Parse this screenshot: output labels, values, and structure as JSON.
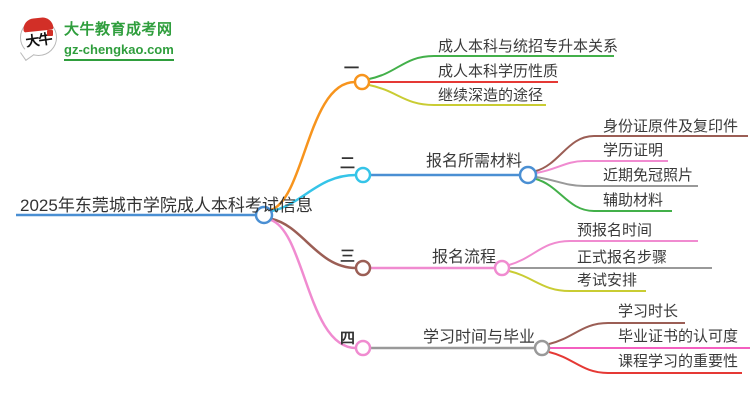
{
  "logo": {
    "badge_text": "大牛",
    "site_name": "大牛教育成考网",
    "site_url": "gz-chengkao.com"
  },
  "root": {
    "title": "2025年东莞城市学院成人本科考试信息"
  },
  "branches": [
    {
      "label": "一",
      "leaves": [
        "成人本科与统招专升本关系",
        "成人本科学历性质",
        "继续深造的途径"
      ]
    },
    {
      "label": "二",
      "topic": "报名所需材料",
      "leaves": [
        "身份证原件及复印件",
        "学历证明",
        "近期免冠照片",
        "辅助材料"
      ]
    },
    {
      "label": "三",
      "topic": "报名流程",
      "leaves": [
        "预报名时间",
        "正式报名步骤",
        "考试安排"
      ]
    },
    {
      "label": "四",
      "topic": "学习时间与毕业",
      "leaves": [
        "学习时长",
        "毕业证书的认可度",
        "课程学习的重要性"
      ]
    }
  ],
  "colors": {
    "brand_green": "#2f9e3d",
    "badge_red": "#d22f27",
    "root_blue": "#4a8fd3",
    "branch1_orange": "#f7941d",
    "branch2_cyan": "#35c4e8",
    "branch3_brown": "#9b5e55",
    "branch4_pink": "#f08bd0",
    "leaf_green": "#43b04a",
    "leaf_red": "#e53935",
    "leaf_yellow": "#c9cc33",
    "leaf_gray": "#999999",
    "leaf_bright_pink": "#f45fc0",
    "text_dark": "#3a3a3a"
  }
}
